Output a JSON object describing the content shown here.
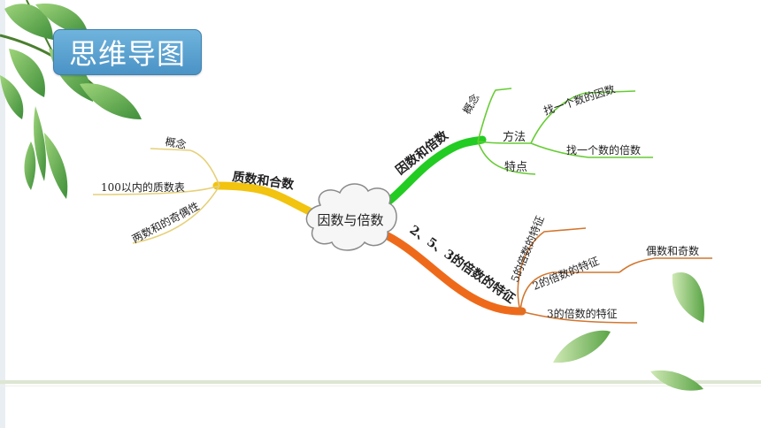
{
  "title": "思维导图",
  "center": "因数与倍数",
  "colors": {
    "title_bg": "#5aa3d3",
    "branch_green": "#22cc22",
    "branch_orange": "#ee6a1a",
    "branch_yellow": "#f2c30f",
    "sub_green": "#66cc33",
    "sub_orange": "#d2762e",
    "sub_yellow": "#e6d078"
  },
  "branches": {
    "top_right": {
      "label": "因数和倍数",
      "children": {
        "concept": "概念",
        "method": "方法",
        "feature": "特点",
        "find_factor": "找一个数的因数",
        "find_multiple": "找一个数的倍数"
      }
    },
    "bottom_right": {
      "label": "2、5、3的倍数的特征",
      "children": {
        "five": "5的倍数的特征",
        "two": "2的倍数的特征",
        "three": "3的倍数的特征",
        "odd_even": "偶数和奇数"
      }
    },
    "left": {
      "label": "质数和合数",
      "children": {
        "concept": "概念",
        "prime_table": "100以内的质数表",
        "parity": "两数和的奇偶性"
      }
    }
  }
}
